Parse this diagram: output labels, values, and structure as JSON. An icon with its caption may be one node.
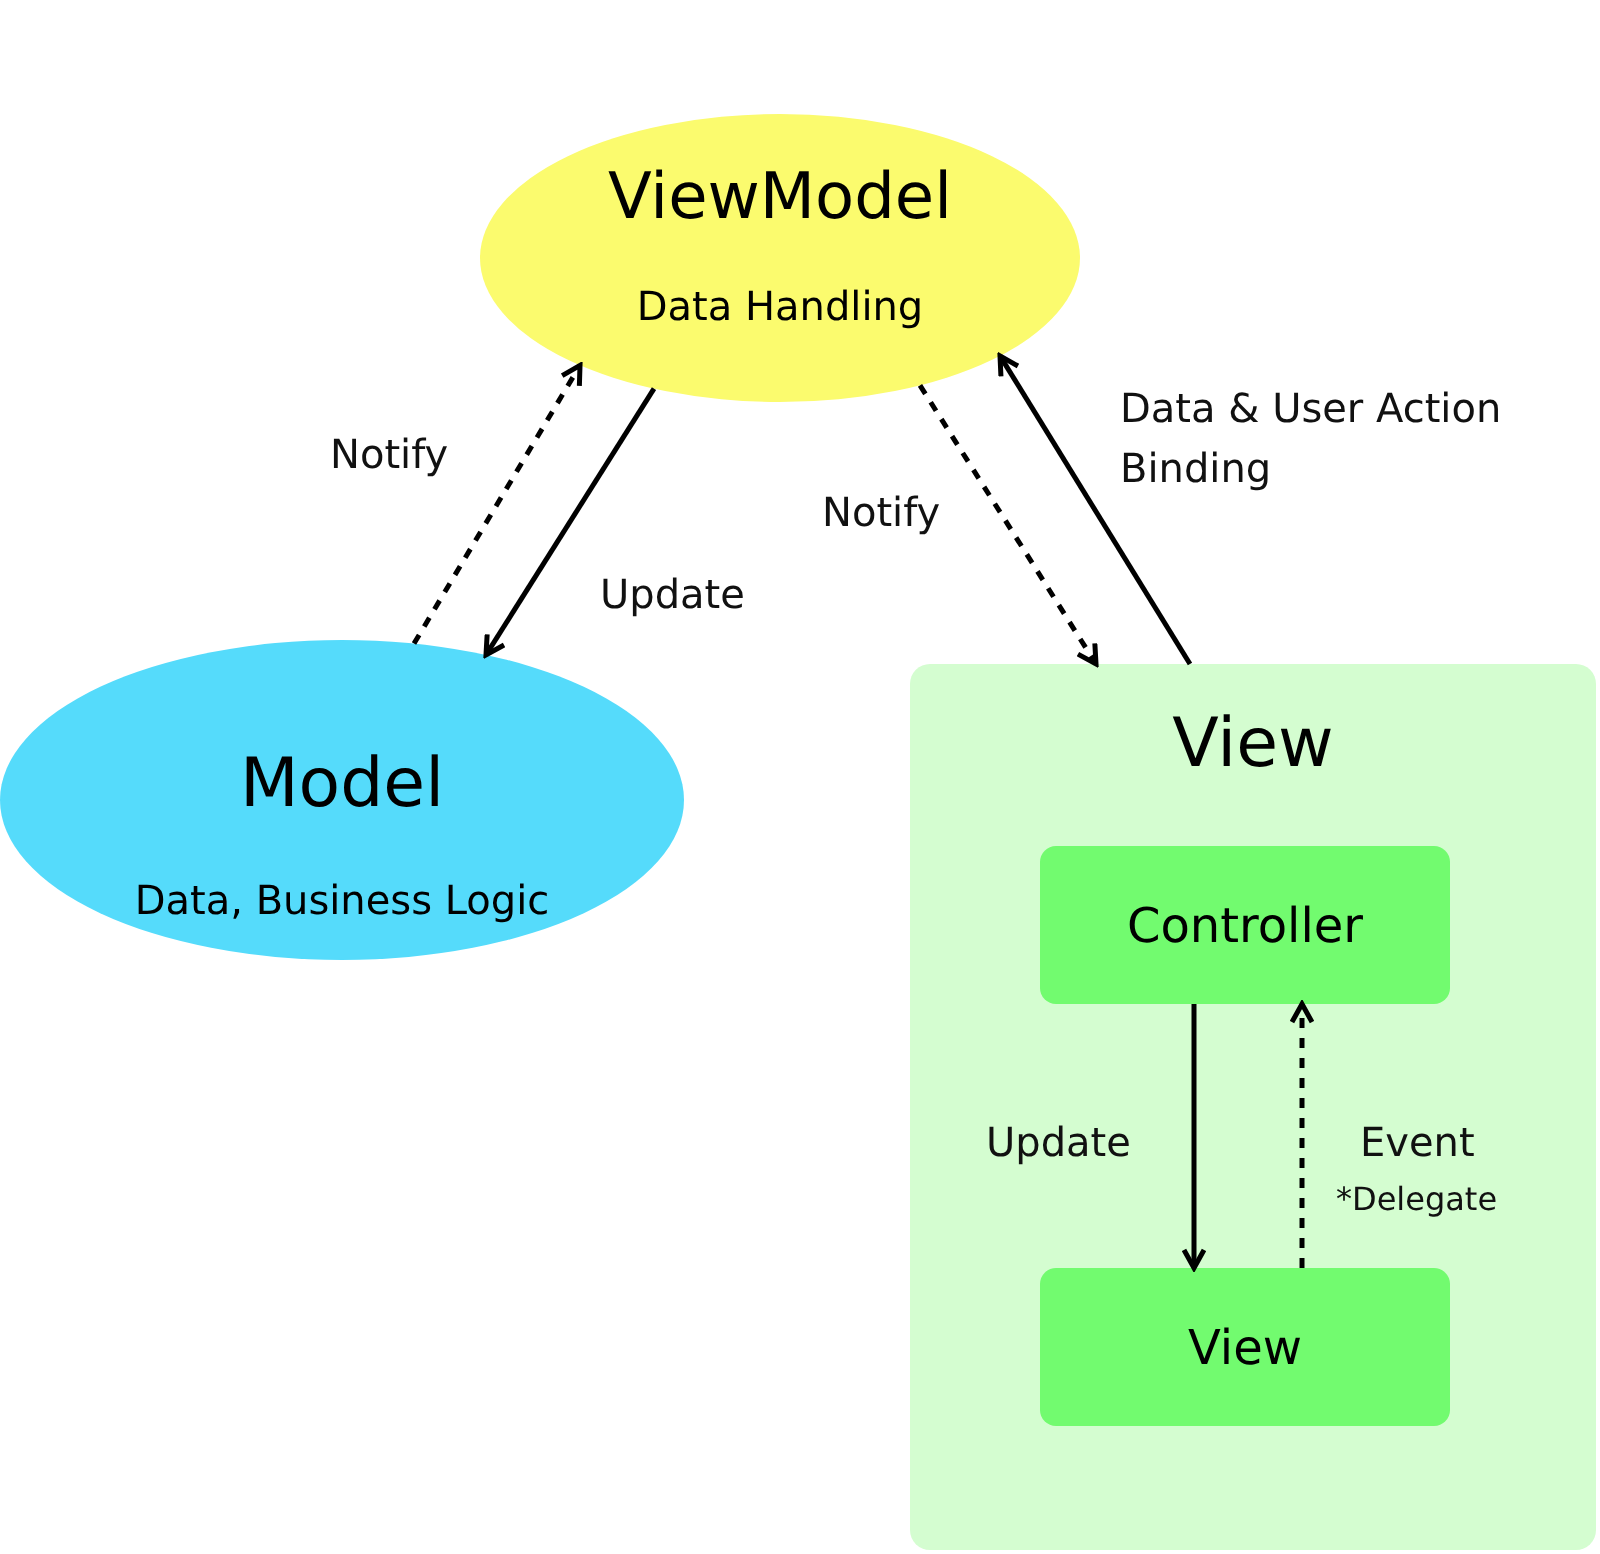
{
  "diagram": {
    "nodes": [
      {
        "text": [
          "ViewModel",
          "Data Handling"
        ]
      },
      {
        "text": [
          "Model",
          "Data, Business Logic"
        ]
      },
      {
        "text": [
          "View"
        ]
      },
      {
        "text": [
          "Controller"
        ],
        "in": 2
      },
      {
        "text": [
          "View"
        ],
        "in": 2
      }
    ],
    "edges": [
      {
        "from": 1,
        "to": 0,
        "arrow": "to",
        "label": "Notify",
        "style": "dashed"
      },
      {
        "from": 0,
        "to": 1,
        "arrow": "to",
        "label": "Update"
      },
      {
        "from": 0,
        "to": 2,
        "arrow": "to",
        "label": "Notify",
        "style": "dashed"
      },
      {
        "from": 2,
        "to": 0,
        "arrow": "to",
        "label": "Data & User Action Binding"
      },
      {
        "from": 3,
        "to": 4,
        "arrow": "to",
        "label": "Update"
      },
      {
        "from": 4,
        "to": 3,
        "arrow": "to",
        "label": "Event",
        "style": "dashed"
      }
    ],
    "labels": [
      "*Delegate"
    ]
  }
}
